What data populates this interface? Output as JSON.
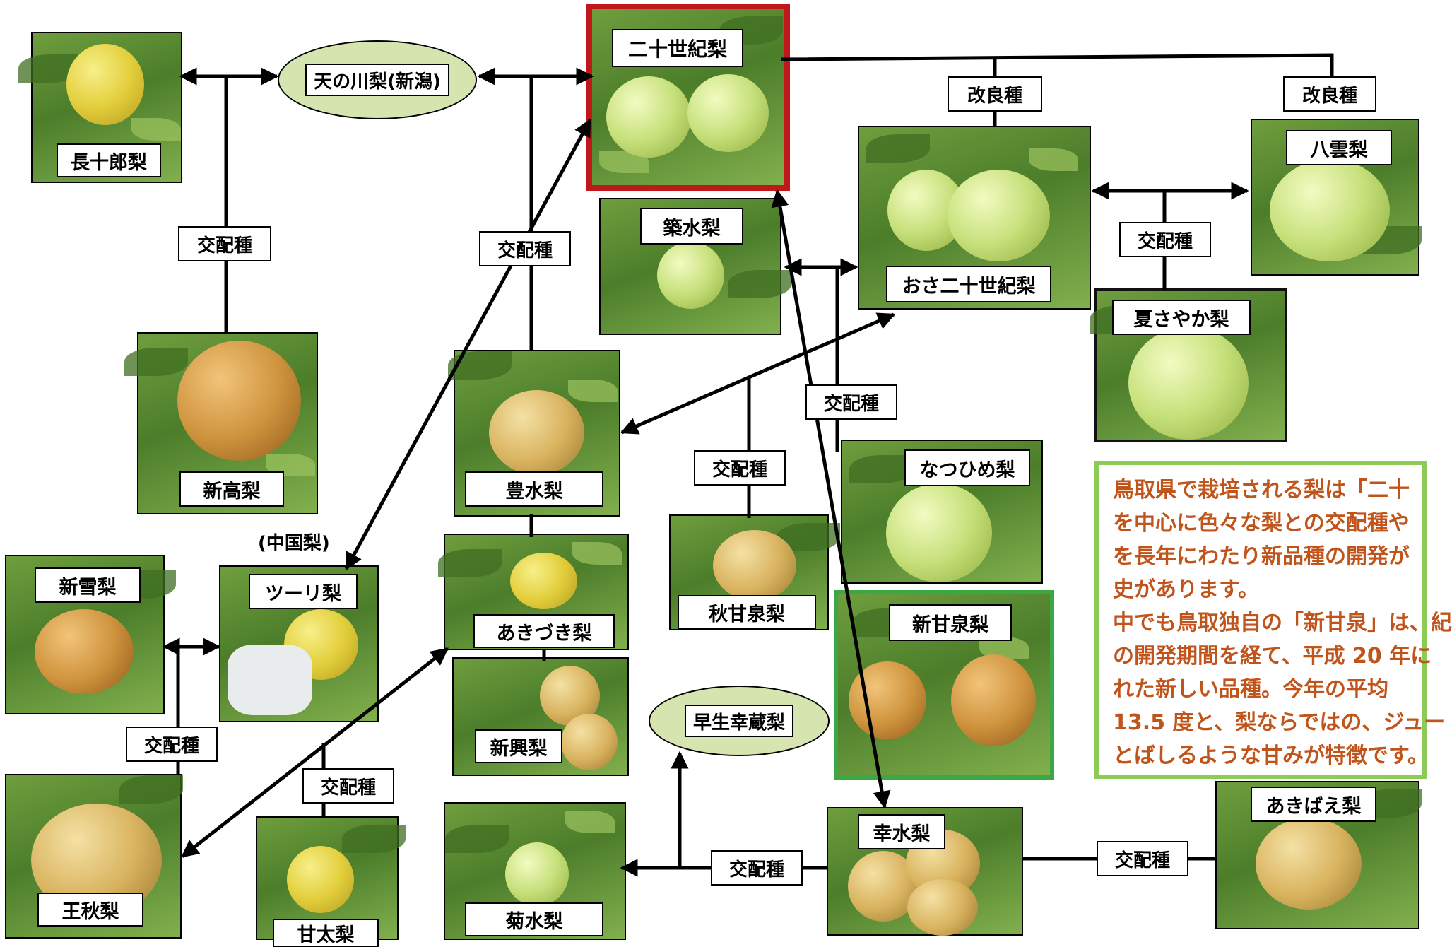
{
  "varieties": {
    "nijisseiki": "二十世紀梨",
    "amanogawa": "天の川梨(新潟)",
    "chojuro": "長十郎梨",
    "niitaka": "新高梨",
    "chikusui": "築水梨",
    "osa_nijisseiki": "おさ二十世紀梨",
    "yakumo": "八雲梨",
    "natsusayaka": "夏さやか梨",
    "hosui": "豊水梨",
    "tsuri": "ツーリ梨",
    "chugokunashi_note": "(中国梨)",
    "shinsetsu": "新雪梨",
    "akizuki": "あきづき梨",
    "shinko": "新興梨",
    "akiamaizumi": "秋甘泉梨",
    "natsuhime": "なつひめ梨",
    "shinkansen": "新甘泉梨",
    "wase_kozo": "早生幸蔵梨",
    "oshu": "王秋梨",
    "kanta": "甘太梨",
    "kikusui": "菊水梨",
    "kosui": "幸水梨",
    "akibae": "あきばえ梨"
  },
  "relations": {
    "cross": "交配種",
    "improved": "改良種"
  },
  "info_text": [
    "鳥取県で栽培される梨は「二十",
    "を中心に色々な梨との交配種や",
    "を長年にわたり新品種の開発が",
    "史があります。",
    "中でも鳥取独自の「新甘泉」は、紀",
    "の開発期間を経て、平成 20 年に",
    "れた新しい品種。今年の平均",
    "13.5 度と、梨ならではの、ジュー",
    "とばしるような甘みが特徴です。"
  ],
  "colors": {
    "nijisseiki_frame": "#c0171b",
    "shinkansen_frame": "#3aa845",
    "natsusayaka_frame": "#111111",
    "info_border": "#8ccb55",
    "info_text": "#c0541a",
    "oval_fill": "#d6e4b0"
  }
}
